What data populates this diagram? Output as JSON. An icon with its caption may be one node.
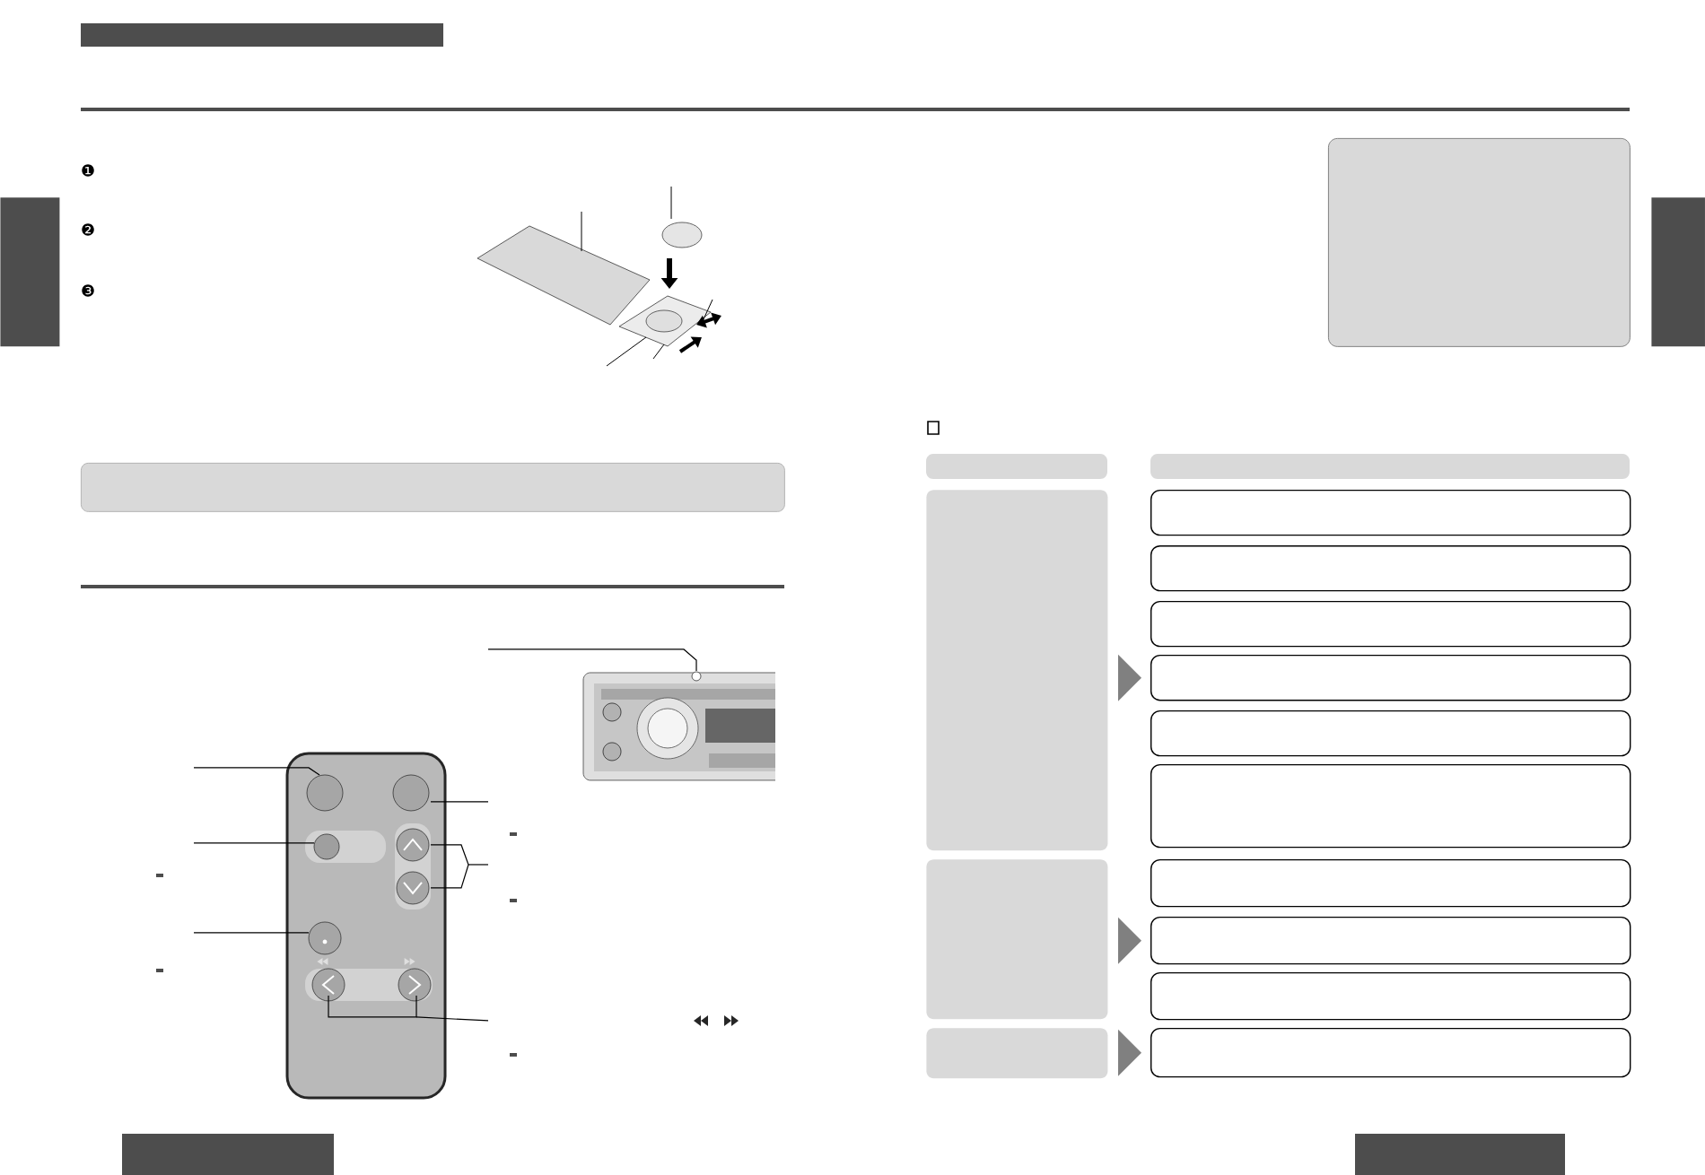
{
  "diagram": {
    "nodes": [
      {
        "text": [],
        "shape": "box"
      },
      {
        "text": [],
        "shape": "box"
      },
      {
        "text": [],
        "shape": "box"
      },
      {
        "text": [],
        "shape": "box"
      },
      {
        "text": [],
        "shape": "box"
      },
      {
        "text": [],
        "shape": "box"
      },
      {
        "text": [],
        "shape": "box"
      },
      {
        "text": [],
        "shape": "box"
      },
      {
        "text": [],
        "shape": "box"
      },
      {
        "text": [],
        "shape": "box"
      },
      {
        "text": [],
        "shape": "box"
      },
      {
        "text": [],
        "shape": "box"
      },
      {
        "text": [],
        "shape": "box"
      },
      {
        "text": [],
        "shape": "box"
      },
      {
        "text": [],
        "shape": "box"
      },
      {
        "text": [],
        "shape": "box"
      },
      {
        "text": [],
        "shape": "box"
      }
    ],
    "edges": [
      {
        "from": 0,
        "to": 4,
        "arrow": "to",
        "color": "#808080"
      },
      {
        "from": 7,
        "to": 9,
        "arrow": "to",
        "color": "#808080"
      },
      {
        "from": 11,
        "to": 12,
        "arrow": "to",
        "color": "#808080"
      }
    ],
    "labels": [
      "❶",
      "❷",
      "❸"
    ]
  }
}
